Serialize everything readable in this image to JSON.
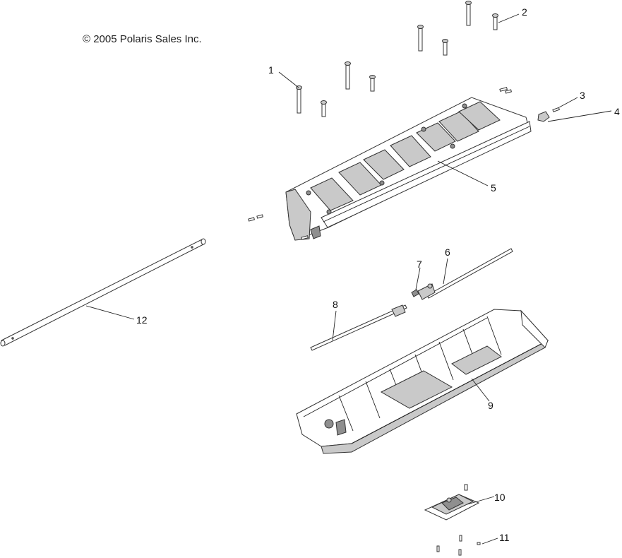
{
  "copyright": "© 2005 Polaris Sales Inc.",
  "callouts": [
    "1",
    "2",
    "3",
    "4",
    "5",
    "6",
    "7",
    "8",
    "9",
    "10",
    "11",
    "12"
  ],
  "colors": {
    "line": "#222222",
    "shade": "#c9c9c9",
    "dark": "#8f8f8f",
    "background": "#ffffff"
  }
}
